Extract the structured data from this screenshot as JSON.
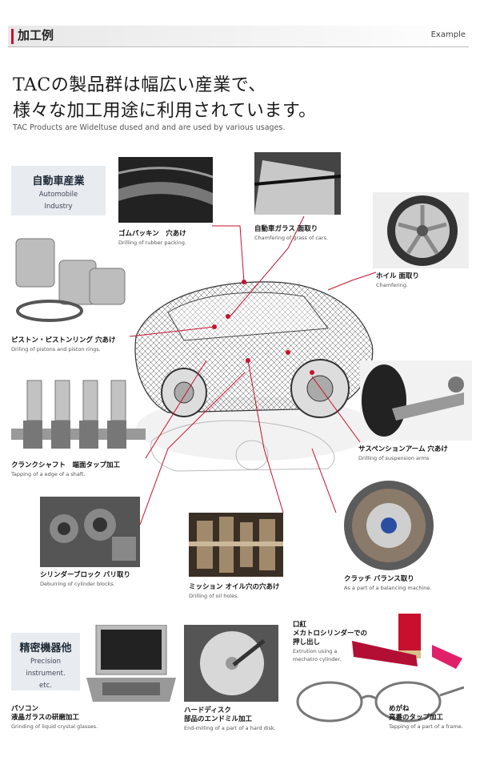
{
  "header": {
    "title": "加工例",
    "subtitle": "Example"
  },
  "headline": {
    "line1": "TACの製品群は幅広い産業で、",
    "line2": "様々な加工用途に利用されています。",
    "english": "TAC Products are Wideltuse dused  and and are used by various usages."
  },
  "categories": {
    "automobile": {
      "title": "自動車産業",
      "sub1": "Automobile",
      "sub2": "Industry"
    },
    "precision": {
      "title": "精密機器他",
      "sub1": "Precision",
      "sub2": "instrument.",
      "sub3": "etc."
    }
  },
  "examples": {
    "rubber": {
      "jp": "ゴムパッキン　穴あけ",
      "en": "Drilling of rubber packing."
    },
    "glass": {
      "jp": "自動車ガラス 面取り",
      "en": "Chamfering of grass of cars."
    },
    "wheel": {
      "jp": "ホイル 面取り",
      "en": "Chamfering."
    },
    "piston": {
      "jp": "ピストン・ピストンリング 穴あけ",
      "en": "Driling of pistons and piston rings."
    },
    "crank": {
      "jp": "クランクシャフト　端面タップ加工",
      "en": "Tapping of a edge of a shaft."
    },
    "suspension": {
      "jp": "サスペンションアーム 穴あけ",
      "en": "Drilling of suspension arms"
    },
    "cylinder": {
      "jp": "シリンダーブロック バリ取り",
      "en": "Deburring of cylinder blocks."
    },
    "mission": {
      "jp": "ミッション オイル穴の穴あけ",
      "en": "Drilling of  oil holes."
    },
    "clutch": {
      "jp": "クラッチ バランス取り",
      "en": "As a part of a balancing machine."
    },
    "pc": {
      "jp1": "パソコン",
      "jp2": "液晶ガラスの研磨加工",
      "en": "Grinding of liquid crystal glasses."
    },
    "hdd": {
      "jp1": "ハードディスク",
      "jp2": "部品のエンドミル加工",
      "en": "End-milling of a part of a hard disk."
    },
    "lipstick": {
      "jp1": "口紅",
      "jp2": "メカトロシリンダーでの",
      "jp3": "押し出し",
      "en1": "Extrution using a",
      "en2": "mechatro cylinder."
    },
    "glasses": {
      "jp1": "めがね",
      "jp2": "亮番のタップ加工",
      "en": "Tapping of a part of a frame."
    }
  },
  "colors": {
    "accent": "#c8102e",
    "category_bg": "#e8ecf0"
  }
}
